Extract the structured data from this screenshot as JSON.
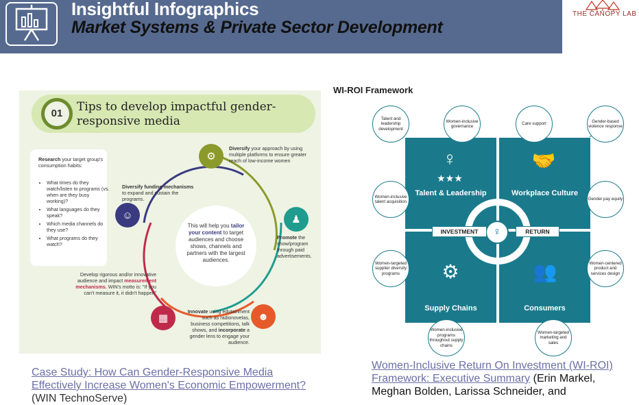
{
  "header": {
    "title": "Insightful Infographics",
    "subtitle": "Market Systems & Private Sector Development",
    "logo_text": "THE CANOPY LAB"
  },
  "left_figure": {
    "number": "01",
    "title": "Tips to develop impactful gender-responsive media",
    "research_lead": "Research",
    "research_rest": " your target group's consumption habits:",
    "research_items": [
      "What times do they watch/listen to programs (vs. when are they busy working)?",
      "What languages do they speak?",
      "Which media channels do they use?",
      "What programs do they watch?"
    ],
    "center_pre": "This will help you ",
    "center_bold": "tailor your content",
    "center_post": " to target audiences and choose shows, channels and partners with the largest audiences.",
    "diversify_lead": "Diversify",
    "diversify_rest": " your approach by using multiple platforms to ensure greater reach of low-income women",
    "funding_lead": "Diversify funding mechanisms",
    "funding_rest": " to expand and sustain the programs.",
    "promote_lead": "Promote",
    "promote_rest": " the show/program through paid advertisements.",
    "measure_pre": "Develop rigorous and/or innovative audience and impact ",
    "measure_bold": "measurement mechanisms.",
    "measure_post": " WIN's motto is: \"If you can't measure it, it didn't happen\"",
    "innovate_lead": "Innovate",
    "innovate_mid": " using edutainment such as radionovelas, business competitions, talk shows, and ",
    "innovate_bold": "incorporate",
    "innovate_post": " a gender lens to engage your audience."
  },
  "left_caption": {
    "link": "Case Study: How Can Gender-Responsive Media Effectively Increase Women's Economic Empowerment?",
    "source": " (WIN TechnoServe)"
  },
  "right_figure": {
    "title": "WI-ROI Framework",
    "quadrants": [
      "Talent & Leadership",
      "Workplace Culture",
      "Supply Chains",
      "Consumers"
    ],
    "investment": "INVESTMENT",
    "return": "RETURN",
    "bubbles": [
      "Talent and leadership development",
      "Women-inclusive governance",
      "Care support",
      "Gender-based violence response",
      "Women-inclusive talent acquisition",
      "Gender pay equity",
      "Women-targeted supplier diversity programs",
      "Women-centered product and services design",
      "Women-inclusive programs throughout supply chains",
      "Women-targeted marketing and sales"
    ]
  },
  "right_caption": {
    "link": "Women-Inclusive Return On Investment (WI-ROI) Framework: Executive Summary",
    "authors": " (Erin Markel, Meghan Bolden, Larissa Schneider, and"
  }
}
